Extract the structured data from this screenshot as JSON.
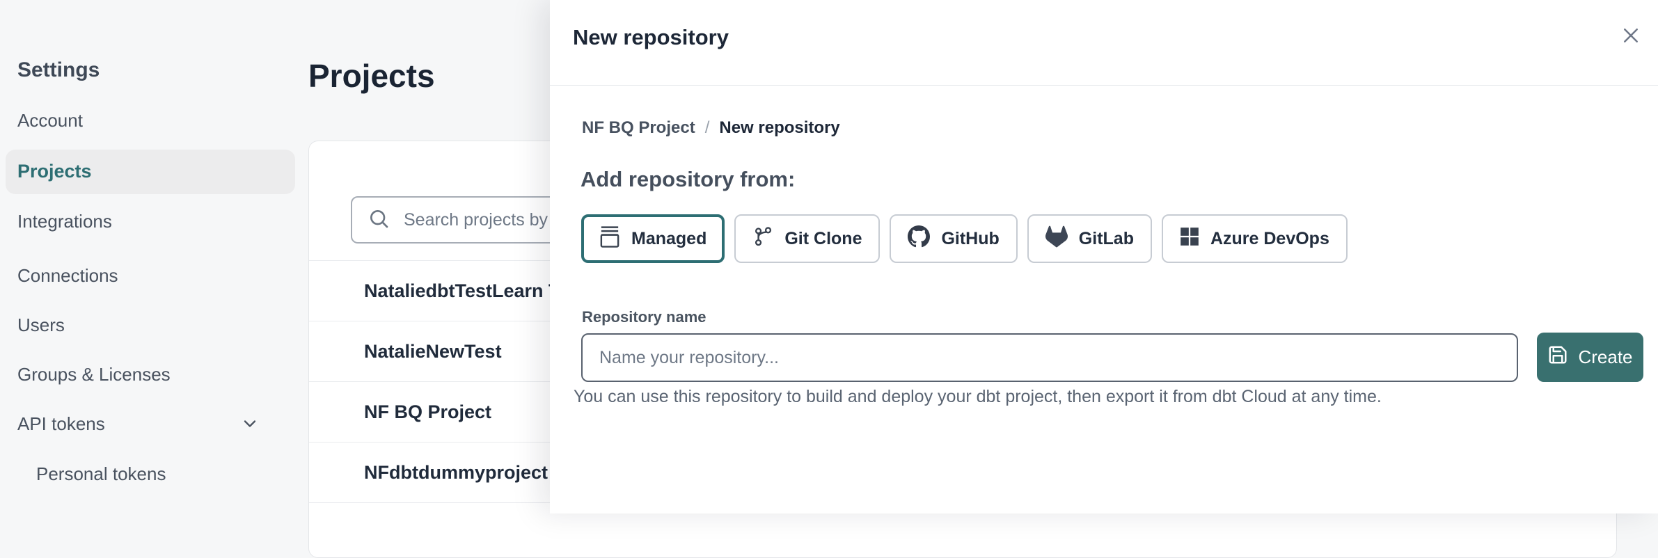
{
  "sidebar": {
    "title": "Settings",
    "items": [
      {
        "label": "Account"
      },
      {
        "label": "Projects",
        "active": true
      },
      {
        "label": "Integrations"
      },
      {
        "label": "Connections"
      },
      {
        "label": "Users"
      },
      {
        "label": "Groups & Licenses"
      },
      {
        "label": "API tokens",
        "expandable": true
      },
      {
        "label": "Personal tokens",
        "child": true
      }
    ]
  },
  "main": {
    "title": "Projects",
    "search": {
      "placeholder": "Search projects by name",
      "value": ""
    },
    "projects": [
      {
        "name": "NataliedbtTestLearn T"
      },
      {
        "name": "NatalieNewTest"
      },
      {
        "name": "NF BQ Project"
      },
      {
        "name": "NFdbtdummyproject"
      }
    ]
  },
  "modal": {
    "title": "New repository",
    "breadcrumb": {
      "parent": "NF BQ Project",
      "separator": "/",
      "current": "New repository"
    },
    "heading": "Add repository from:",
    "source_options": [
      {
        "label": "Managed",
        "icon": "managed-repo-icon",
        "selected": true
      },
      {
        "label": "Git Clone",
        "icon": "git-branch-icon",
        "selected": false
      },
      {
        "label": "GitHub",
        "icon": "github-icon",
        "selected": false
      },
      {
        "label": "GitLab",
        "icon": "gitlab-icon",
        "selected": false
      },
      {
        "label": "Azure DevOps",
        "icon": "azure-devops-icon",
        "selected": false
      }
    ],
    "repo_name_field": {
      "label": "Repository name",
      "placeholder": "Name your repository...",
      "value": ""
    },
    "create_button": {
      "label": "Create",
      "icon": "save-icon"
    },
    "note": "You can use this repository to build and deploy your dbt project, then export it from dbt Cloud at any time."
  },
  "colors": {
    "accent_teal": "#2D6E73",
    "create_button_bg": "#39706F",
    "page_bg": "#F6F7F8",
    "heading_text": "#1A2433",
    "body_text": "#49525F",
    "muted_text": "#6E7886",
    "border": "#C7CCD3"
  }
}
